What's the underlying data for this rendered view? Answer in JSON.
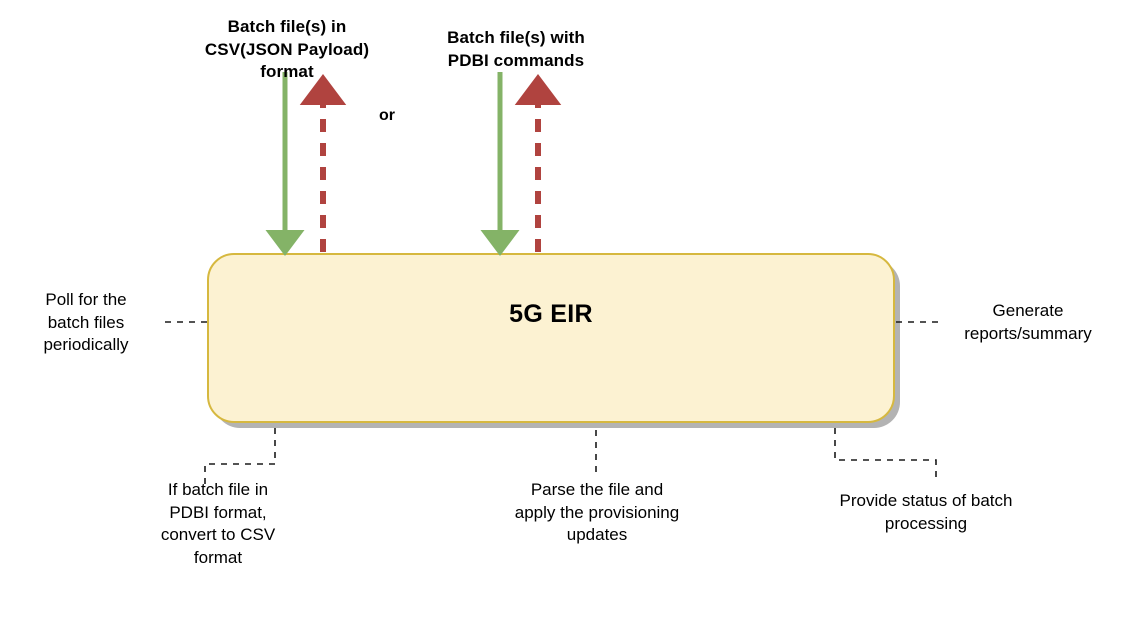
{
  "diagram": {
    "central_node": {
      "title": "5G EIR",
      "fill_color": "#fcf2d2",
      "border_color": "#d6b83f",
      "shadow_color": "#b3b3b3"
    },
    "connector_colors": {
      "inbound_arrow": "#84b367",
      "outbound_arrow": "#b0433f",
      "dashed_callout": "#1a1a1a"
    },
    "top_inputs": [
      {
        "label": "Batch file(s) in\nCSV(JSON Payload)\nformat",
        "inbound_icon": "green-down-arrow-icon",
        "outbound_icon": "red-dashed-up-arrow-icon"
      },
      {
        "label": "Batch file(s) with\nPDBI commands",
        "inbound_icon": "green-down-arrow-icon",
        "outbound_icon": "red-dashed-up-arrow-icon"
      }
    ],
    "separator_label": "or",
    "side_callouts": [
      {
        "side": "left",
        "label": "Poll for the\nbatch files\nperiodically"
      },
      {
        "side": "right",
        "label": "Generate\nreports/summary"
      }
    ],
    "bottom_callouts": [
      {
        "label": "If batch file in\nPDBI format,\nconvert to CSV\nformat"
      },
      {
        "label": "Parse the file and\napply the provisioning\nupdates"
      },
      {
        "label": "Provide status of batch\nprocessing"
      }
    ]
  }
}
